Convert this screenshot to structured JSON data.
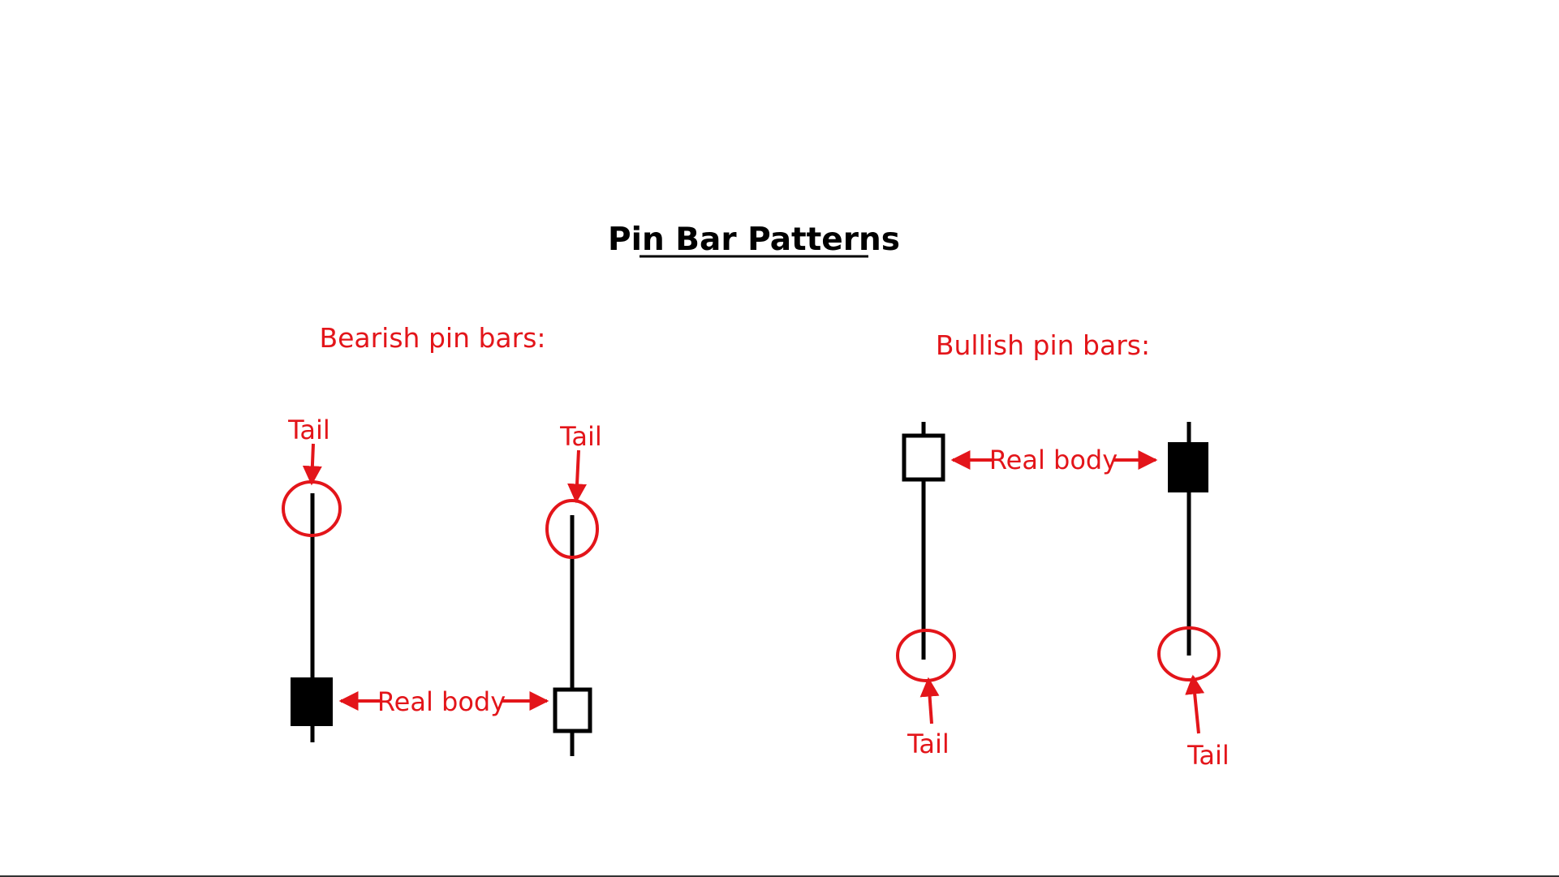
{
  "title": "Pin Bar Patterns",
  "colors": {
    "annotation": "#e3151a",
    "candle": "#000000",
    "background": "#ffffff"
  },
  "sections": {
    "bearish": {
      "heading": "Bearish pin bars:",
      "tail_left": "Tail",
      "tail_right": "Tail",
      "body_label": "Real body"
    },
    "bullish": {
      "heading": "Bullish pin bars:",
      "tail_left": "Tail",
      "tail_right": "Tail",
      "body_label": "Real body"
    }
  },
  "candles": [
    {
      "id": "bearish-black",
      "body_fill": "black"
    },
    {
      "id": "bearish-white",
      "body_fill": "white"
    },
    {
      "id": "bullish-white",
      "body_fill": "white"
    },
    {
      "id": "bullish-black",
      "body_fill": "black"
    }
  ]
}
